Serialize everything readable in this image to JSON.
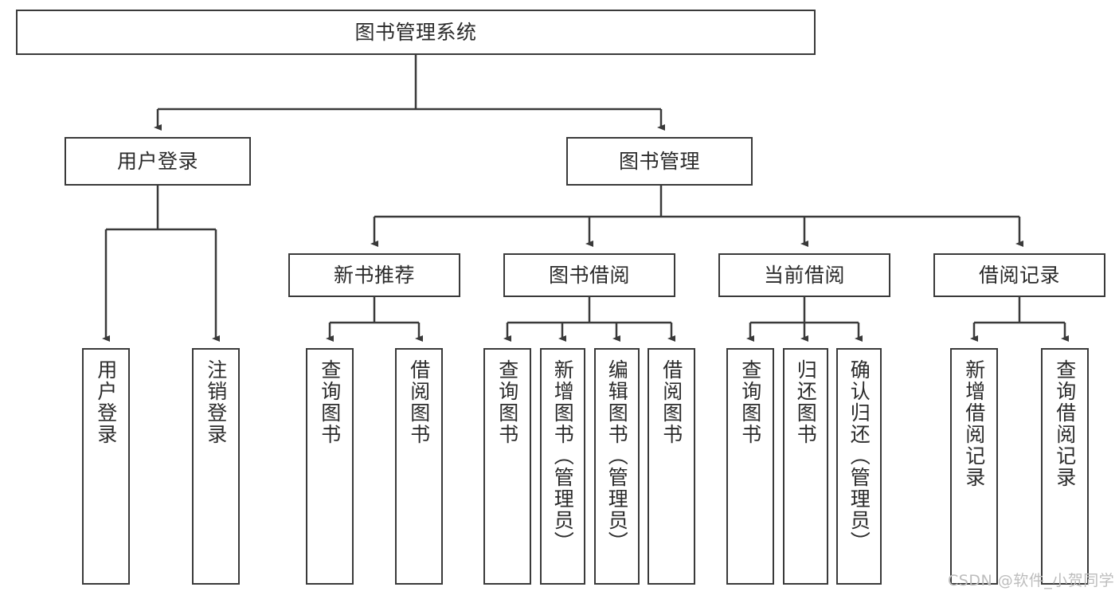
{
  "diagram": {
    "title": "图书管理系统",
    "type": "tree-hierarchy",
    "root": {
      "label": "图书管理系统"
    },
    "level1": [
      {
        "label": "用户登录"
      },
      {
        "label": "图书管理"
      }
    ],
    "level2": [
      {
        "label": "新书推荐",
        "parent": "图书管理"
      },
      {
        "label": "图书借阅",
        "parent": "图书管理"
      },
      {
        "label": "当前借阅",
        "parent": "图书管理"
      },
      {
        "label": "借阅记录",
        "parent": "图书管理"
      }
    ],
    "leaves": {
      "user_login": [
        {
          "label": "用户登录"
        },
        {
          "label": "注销登录"
        }
      ],
      "new_book_recommend": [
        {
          "label": "查询图书"
        },
        {
          "label": "借阅图书"
        }
      ],
      "book_borrow": [
        {
          "label": "查询图书"
        },
        {
          "label": "新增图书（管理员）"
        },
        {
          "label": "编辑图书（管理员）"
        },
        {
          "label": "借阅图书"
        }
      ],
      "current_borrow": [
        {
          "label": "查询图书"
        },
        {
          "label": "归还图书"
        },
        {
          "label": "确认归还（管理员）"
        }
      ],
      "borrow_record": [
        {
          "label": "新增借阅记录"
        },
        {
          "label": "查询借阅记录"
        }
      ]
    }
  },
  "watermark": {
    "text": "CSDN @软件_小贺同学"
  },
  "colors": {
    "stroke": "#3a3a3a",
    "fill": "#ffffff",
    "text": "#2b2b2b",
    "watermark": "#bdbdbd"
  }
}
